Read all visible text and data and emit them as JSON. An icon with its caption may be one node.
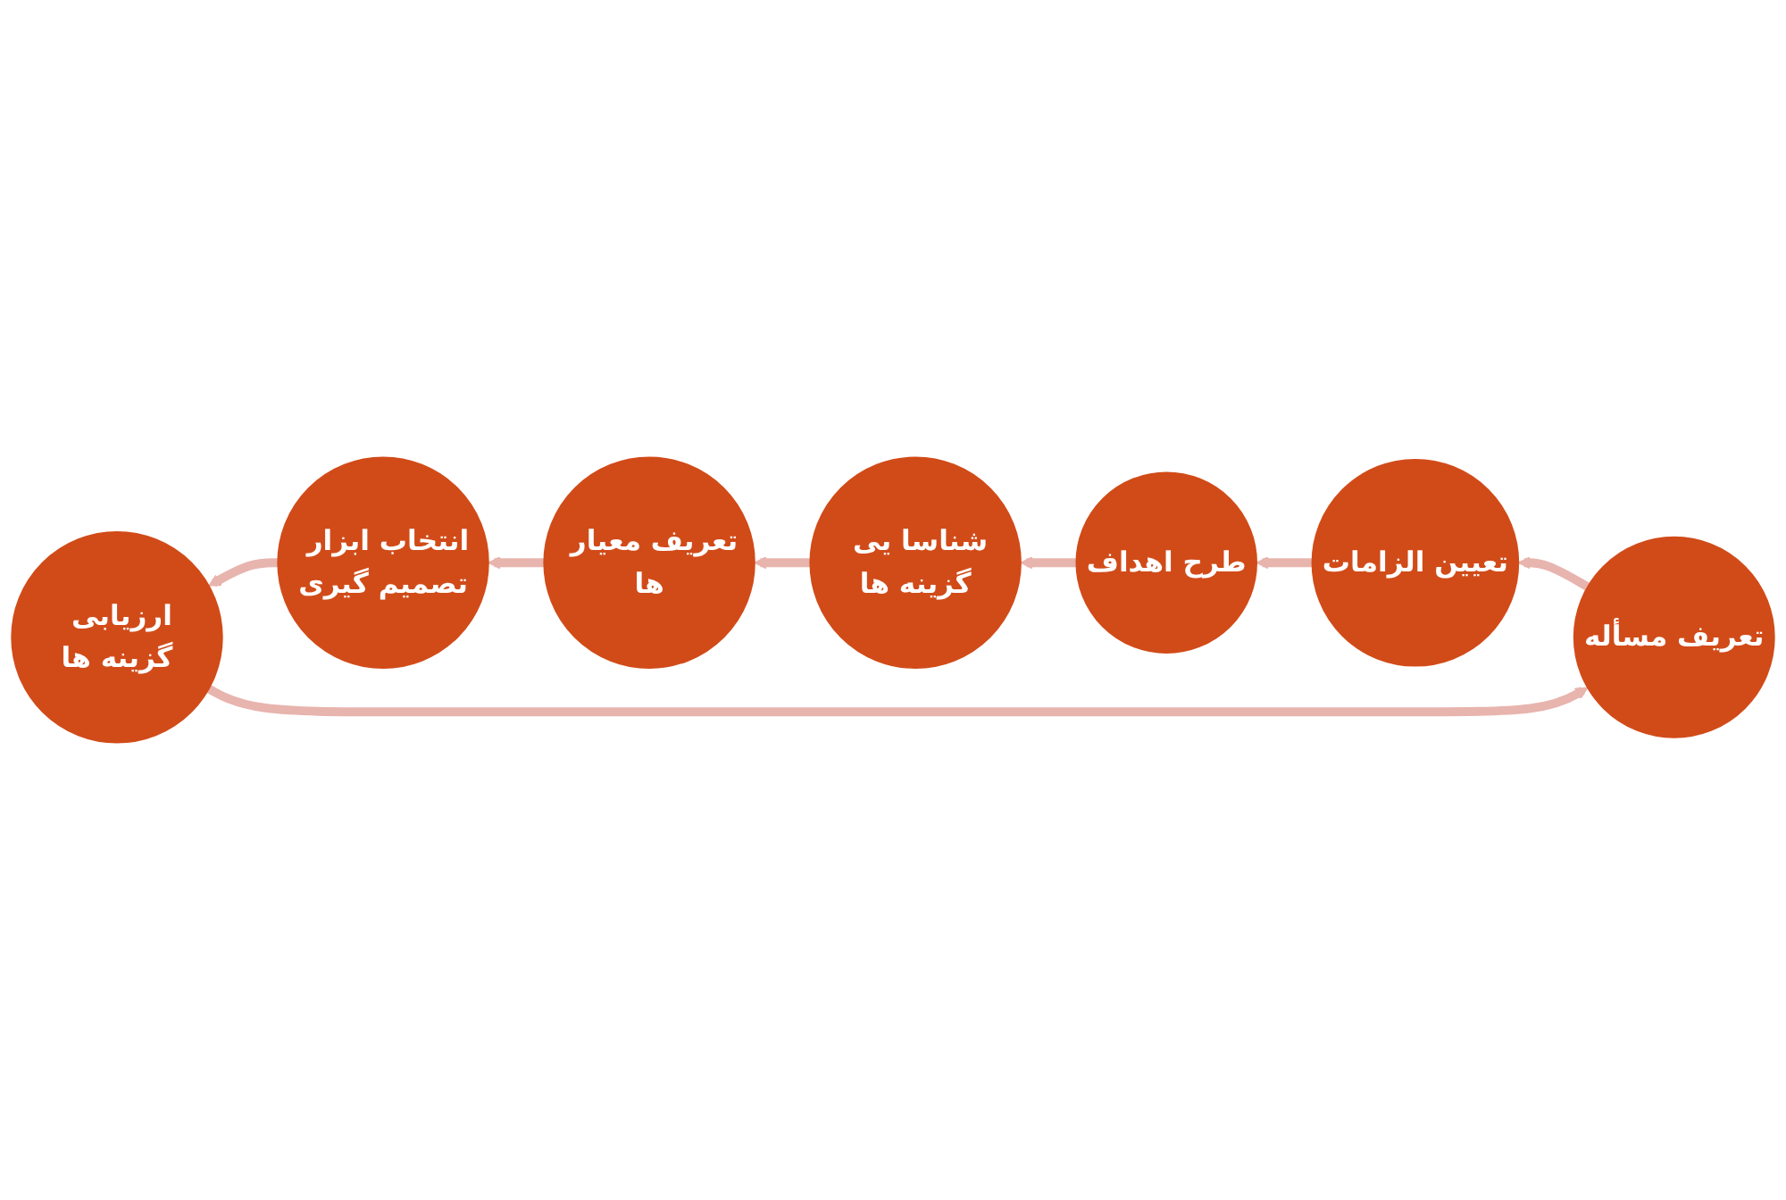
{
  "diagram": {
    "nodes": [
      {
        "text": [
          "تعریف مسأله"
        ]
      },
      {
        "text": [
          "تعیین الزامات"
        ]
      },
      {
        "text": [
          "طرح اهداف"
        ]
      },
      {
        "text": [
          "شناسا یی گزینه ها"
        ]
      },
      {
        "text": [
          "تعریف معیار ها"
        ]
      },
      {
        "text": [
          "انتخاب ابزار تصمیم گیری"
        ]
      },
      {
        "text": [
          "ارزیابی گزینه ها"
        ]
      }
    ],
    "edges": [
      {
        "from": 0,
        "to": 1,
        "arrow": "to"
      },
      {
        "from": 1,
        "to": 2,
        "arrow": "to"
      },
      {
        "from": 2,
        "to": 3,
        "arrow": "to"
      },
      {
        "from": 3,
        "to": 4,
        "arrow": "to"
      },
      {
        "from": 4,
        "to": 5,
        "arrow": "to"
      },
      {
        "from": 5,
        "to": 6,
        "arrow": "to"
      },
      {
        "from": 6,
        "to": 0,
        "arrow": "to"
      }
    ]
  }
}
